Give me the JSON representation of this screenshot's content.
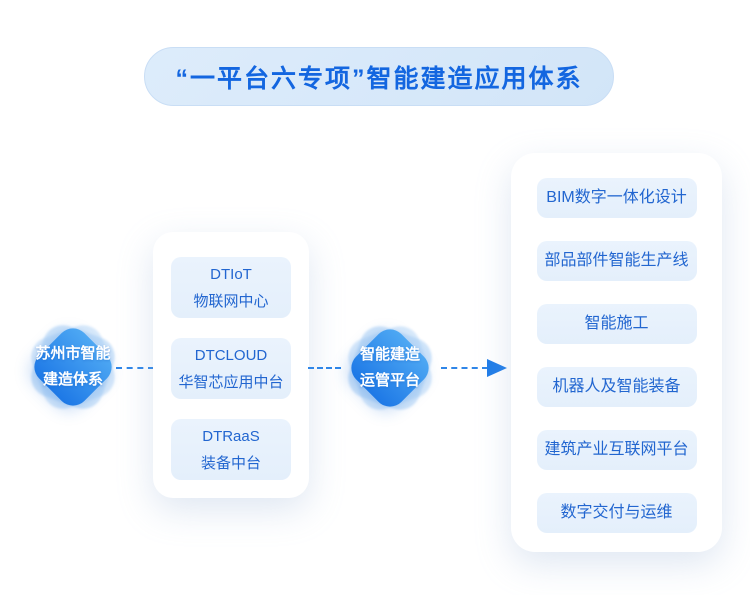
{
  "title": "“一平台六专项”智能建造应用体系",
  "nodes": {
    "source": {
      "line1": "苏州市智能",
      "line2": "建造体系"
    },
    "platform": {
      "line1": "智能建造",
      "line2": "运管平台"
    }
  },
  "platform_components": [
    {
      "name": "DTIoT",
      "desc": "物联网中心"
    },
    {
      "name": "DTCLOUD",
      "desc": "华智芯应用中台"
    },
    {
      "name": "DTRaaS",
      "desc": "装备中台"
    }
  ],
  "applications": [
    "BIM数字一体化设计",
    "部品部件智能生产线",
    "智能施工",
    "机器人及智能装备",
    "建筑产业互联网平台",
    "数字交付与运维"
  ],
  "colors": {
    "title_text": "#1366e0",
    "banner_bg": "#d7e8fa",
    "node_gradient_top": "#4ea8f3",
    "node_gradient_bottom": "#1d78e6",
    "connector": "#2f86e8",
    "arrow": "#1f7ce8",
    "chip_bg": "#e9f2fc",
    "chip_text": "#2266d0",
    "card_bg": "#ffffff"
  }
}
